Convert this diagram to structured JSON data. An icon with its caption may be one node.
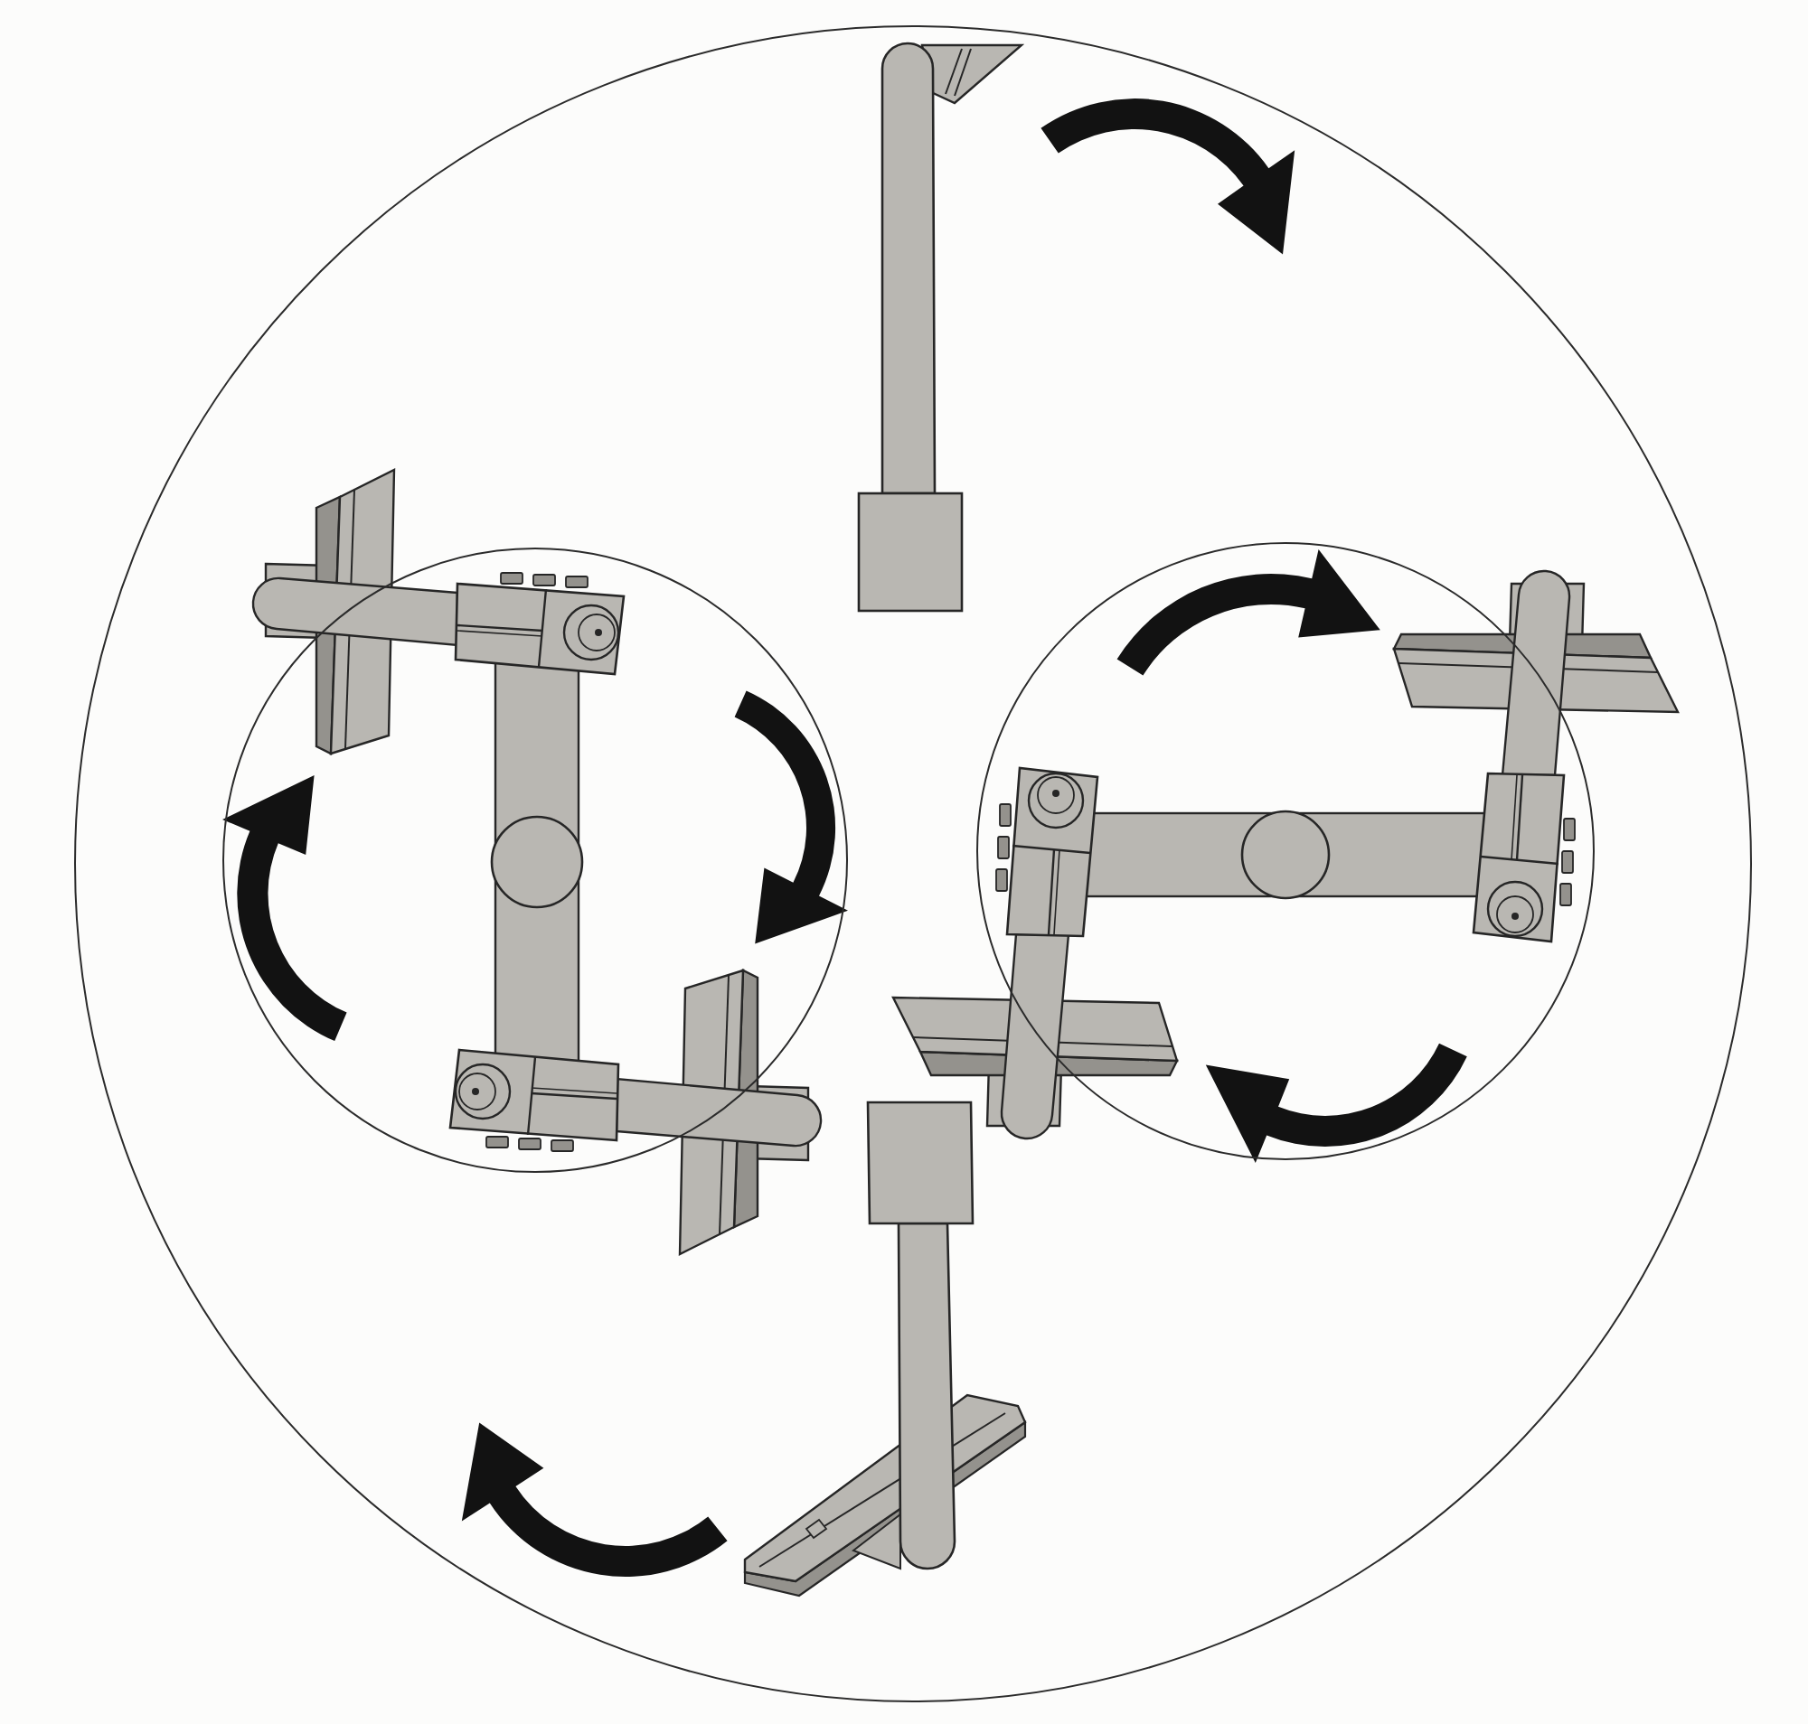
{
  "diagram": {
    "nodes": [
      {
        "text": [],
        "shape": "circle"
      },
      {
        "text": [],
        "shape": "circle",
        "in": 0
      },
      {
        "text": [],
        "shape": "circle",
        "in": 0
      }
    ]
  }
}
